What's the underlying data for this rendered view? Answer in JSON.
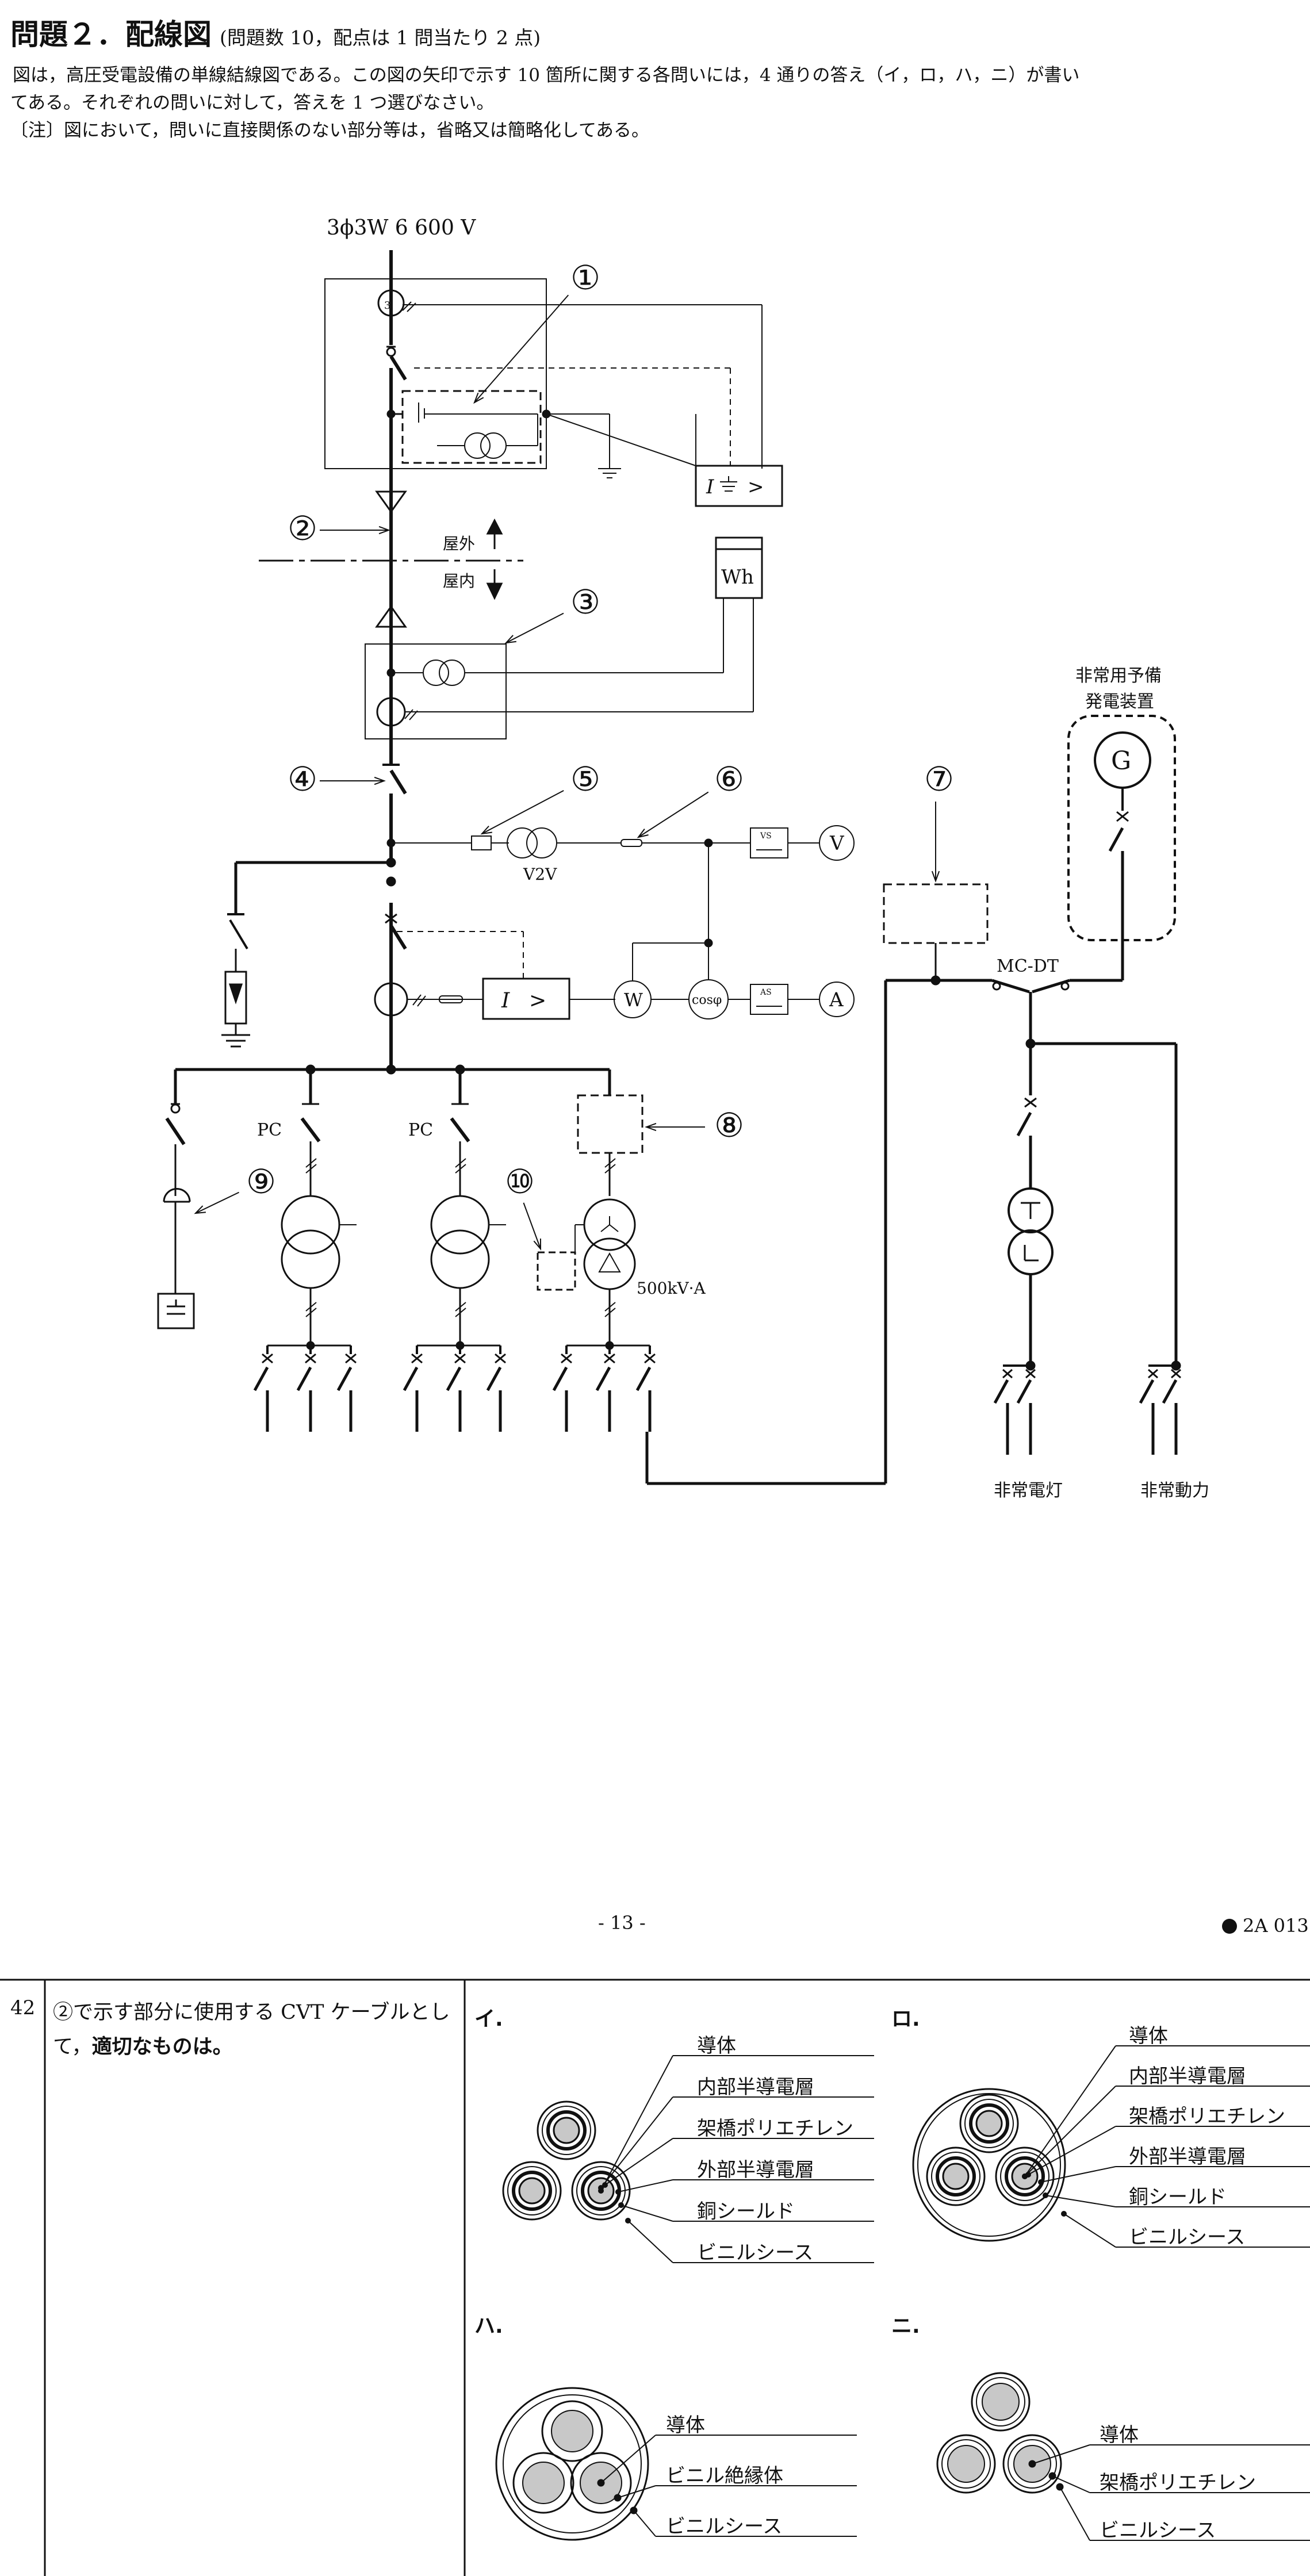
{
  "header": {
    "title": "問題２．配線図",
    "subtitle": "(問題数 10，配点は 1 問当たり 2 点)"
  },
  "intro": {
    "line1": "図は，高圧受電設備の単線結線図である。この図の矢印で示す 10 箇所に関する各問いには，4 通りの答え（イ，ロ，ハ，ニ）が書い",
    "line2": "てある。それぞれの問いに対して，答えを 1 つ選びなさい。",
    "line3": "〔注〕図において，問いに直接関係のない部分等は，省略又は簡略化してある。"
  },
  "diagram": {
    "supply_label": "3ϕ3W  6 600 V",
    "markers": [
      "①",
      "②",
      "③",
      "④",
      "⑤",
      "⑥",
      "⑦",
      "⑧",
      "⑨",
      "⑩"
    ],
    "outdoor": "屋外",
    "indoor": "屋内",
    "wh": "Wh",
    "v2v": "V2V",
    "vs": "VS",
    "as": "AS",
    "v": "V",
    "a": "A",
    "w": "W",
    "cos": "cosφ",
    "g": "G",
    "pc1": "PC",
    "pc2": "PC",
    "mcdt": "MC-DT",
    "gen_line1": "非常用予備",
    "gen_line2": "発電装置",
    "rating": "500kV·A",
    "emergency_light": "非常電灯",
    "emergency_power": "非常動力"
  },
  "footer": {
    "page_number": "- 13 -",
    "code": "2A  013"
  },
  "question": {
    "number": "42",
    "text_part1": "②で示す部分に使用する CVT ケーブルとして，",
    "text_bold": "適切なものは。",
    "options": [
      {
        "label": "イ.",
        "layers": [
          "導体",
          "内部半導電層",
          "架橋ポリエチレン",
          "外部半導電層",
          "銅シールド",
          "ビニルシース"
        ]
      },
      {
        "label": "ロ.",
        "layers": [
          "導体",
          "内部半導電層",
          "架橋ポリエチレン",
          "外部半導電層",
          "銅シールド",
          "ビニルシース"
        ]
      },
      {
        "label": "ハ.",
        "layers": [
          "導体",
          "ビニル絶縁体",
          "ビニルシース"
        ]
      },
      {
        "label": "ニ.",
        "layers": [
          "導体",
          "架橋ポリエチレン",
          "ビニルシース"
        ]
      }
    ]
  }
}
